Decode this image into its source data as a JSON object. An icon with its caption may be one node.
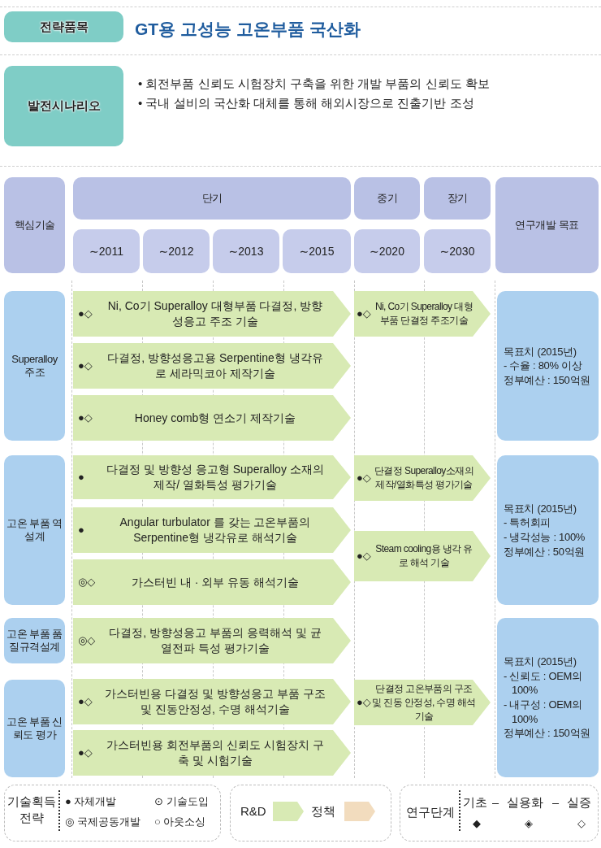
{
  "diagram": {
    "title": "GT용 고성능 고온부품 국산화",
    "nodes": [
      {
        "text": [
          "전략품목"
        ]
      },
      {
        "text": [
          "발전시나리오"
        ]
      },
      {
        "text": [
          "핵심기술"
        ]
      },
      {
        "text": [
          "단기"
        ]
      },
      {
        "text": [
          "중기"
        ]
      },
      {
        "text": [
          "장기"
        ]
      },
      {
        "text": [
          "연구개발 목표"
        ]
      },
      {
        "text": [
          "∼2011"
        ]
      },
      {
        "text": [
          "∼2012"
        ]
      },
      {
        "text": [
          "∼2013"
        ]
      },
      {
        "text": [
          "∼2015"
        ]
      },
      {
        "text": [
          "∼2020"
        ]
      },
      {
        "text": [
          "∼2030"
        ]
      },
      {
        "text": [
          "Superalloy 주조"
        ]
      },
      {
        "text": [
          "●◇",
          "Ni, Co기 Superalloy 대형부품 다결정, 방향성응고 주조 기술"
        ]
      },
      {
        "text": [
          "●◇",
          "다결정, 방향성응고용 Serpentine형 냉각유로 세라믹코아 제작기술"
        ]
      },
      {
        "text": [
          "●◇",
          "Honey comb형 연소기 제작기술"
        ]
      },
      {
        "text": [
          "●◇",
          "Ni, Co기 Superalloy 대형 부품 단결정 주조기술"
        ]
      },
      {
        "text": [
          "목표치 (2015년)",
          "- 수율 : 80% 이상",
          "정부예산 : 150억원"
        ]
      },
      {
        "text": [
          "고온 부품 역설계"
        ]
      },
      {
        "text": [
          "●",
          "다결정 및 방향성 응고형 Superalloy 소재의 제작/ 열화특성 평가기술"
        ]
      },
      {
        "text": [
          "●",
          "Angular turbulator 를 갖는 고온부품의 Serpentine형 냉각유로 해석기술"
        ]
      },
      {
        "text": [
          "◎◇",
          "가스터빈 내 · 외부 유동 해석기술"
        ]
      },
      {
        "text": [
          "●◇",
          "단결정 Superalloy소재의 제작/열화특성 평가기술"
        ]
      },
      {
        "text": [
          "●◇",
          "Steam cooling용 냉각 유로 해석 기술"
        ]
      },
      {
        "text": [
          "목표치 (2015년)",
          "- 특허회피",
          "- 냉각성능 : 100%",
          "정부예산 : 50억원"
        ]
      },
      {
        "text": [
          "고온 부품 품질규격설계"
        ]
      },
      {
        "text": [
          "◎◇",
          "다결정, 방향성응고 부품의 응력해석 및 균열전파 특성 평가기술"
        ]
      },
      {
        "text": [
          "고온 부품 신뢰도 평가"
        ]
      },
      {
        "text": [
          "●◇",
          "가스터빈용 다결정 및 방향성응고 부품 구조 및 진동안정성, 수명 해석기술"
        ]
      },
      {
        "text": [
          "●◇",
          "가스터빈용 회전부품의 신뢰도 시험장치 구축 및 시험기술"
        ]
      },
      {
        "text": [
          "●◇",
          "단결정 고온부품의 구조 및 진동 안정성, 수명 해석기술"
        ]
      },
      {
        "text": [
          "목표치 (2015년)",
          "- 신뢰도 : OEM의 100%",
          "- 내구성 : OEM의 100%",
          "정부예산 : 150억원"
        ]
      }
    ],
    "labels": [
      "• 회전부품 신뢰도 시험장치 구축을 위한 개발 부품의 신뢰도 확보",
      "• 국내 설비의 국산화 대체를 통해 해외시장으로 진출기반 조성",
      "기술획득 전략",
      "● 자체개발",
      "⊙ 기술도입",
      "◎ 국제공동개발",
      "○ 아웃소싱",
      "연구단계",
      "기초",
      "–",
      "실용화",
      "–",
      "실증",
      "◆",
      "◈",
      "◇"
    ],
    "legend": [
      {
        "text": "R&D",
        "color": "#d8eab4"
      },
      {
        "text": "정책",
        "color": "#f2dcbe"
      }
    ]
  }
}
